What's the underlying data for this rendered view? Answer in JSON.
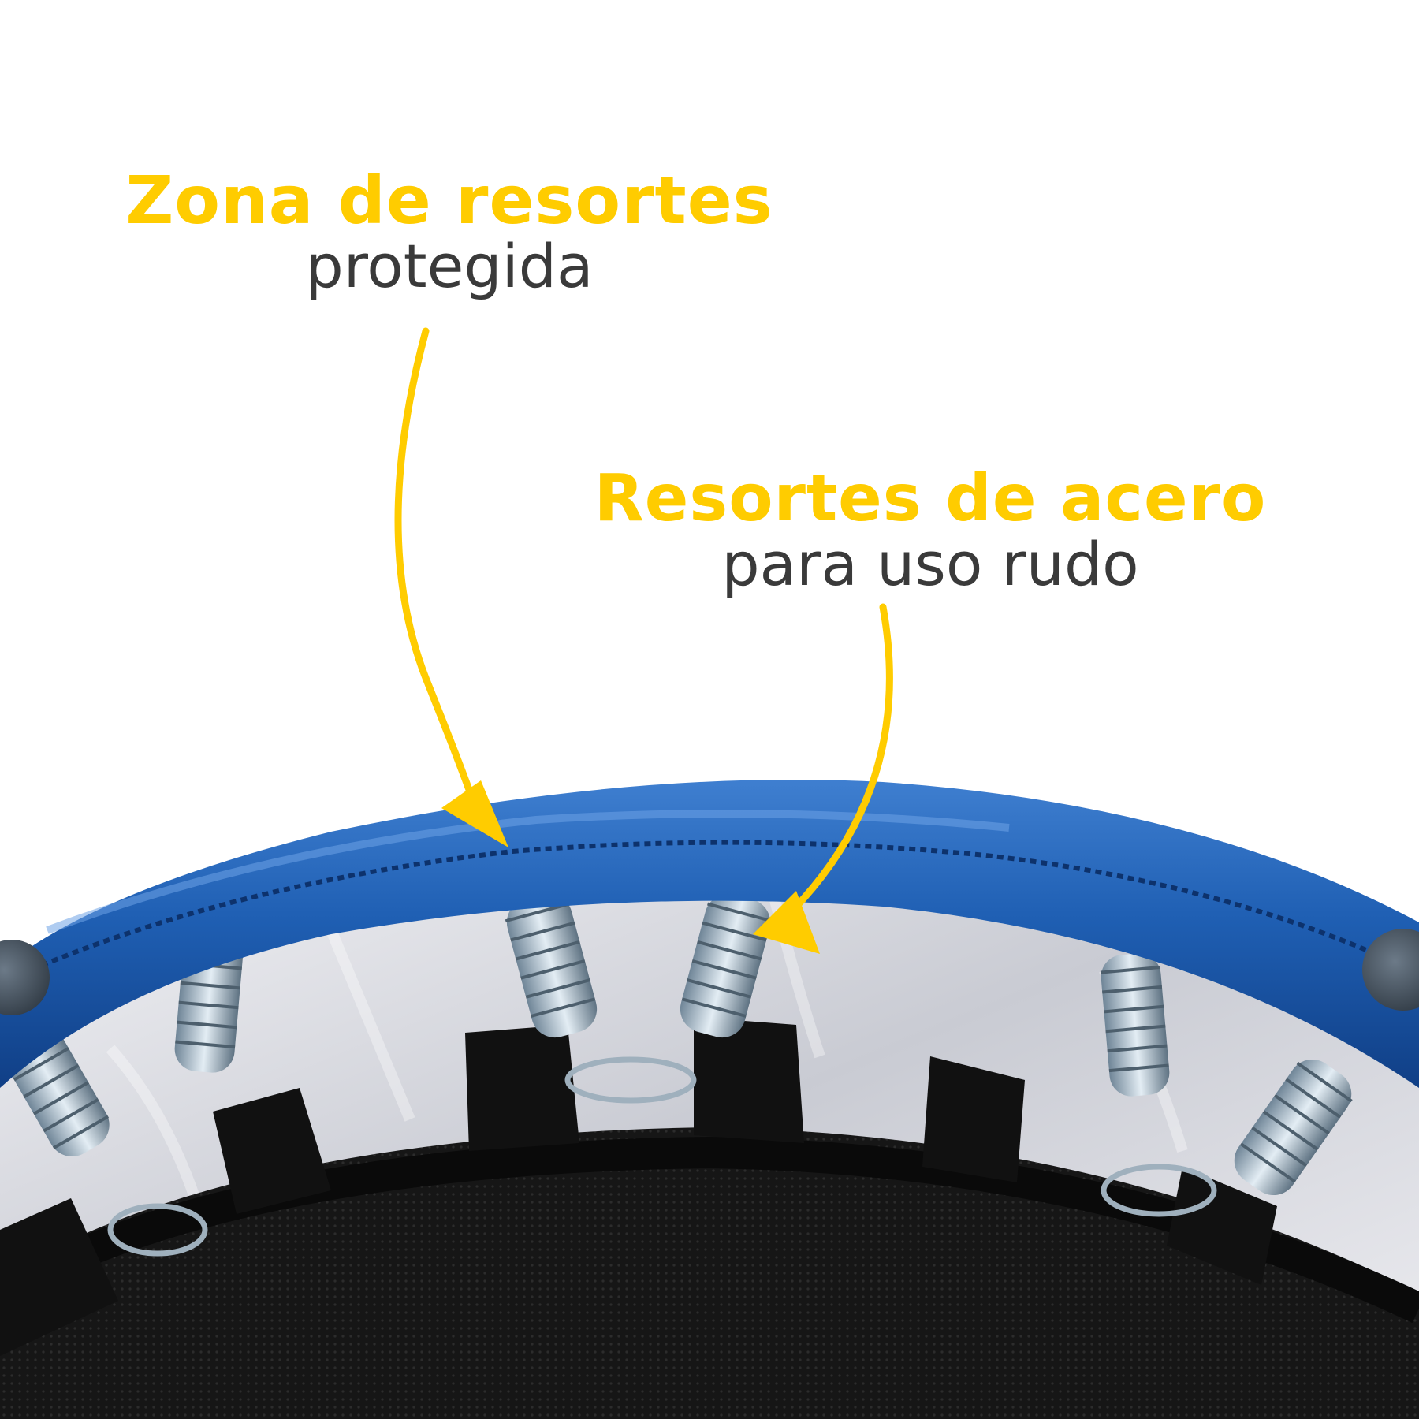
{
  "callouts": {
    "top": {
      "headline": "Zona de resortes",
      "subline": "protegida"
    },
    "right": {
      "headline": "Resortes de acero",
      "subline": "para uso rudo"
    }
  },
  "colors": {
    "accent": "#ffcc00",
    "subtext": "#3a3a3a",
    "pad_blue": "#1f5fb3",
    "mat_black": "#141414",
    "spring_steel": "#a9bccb",
    "skirt_silver": "#dcdde3"
  },
  "photo": {
    "subject": "trampoline"
  }
}
